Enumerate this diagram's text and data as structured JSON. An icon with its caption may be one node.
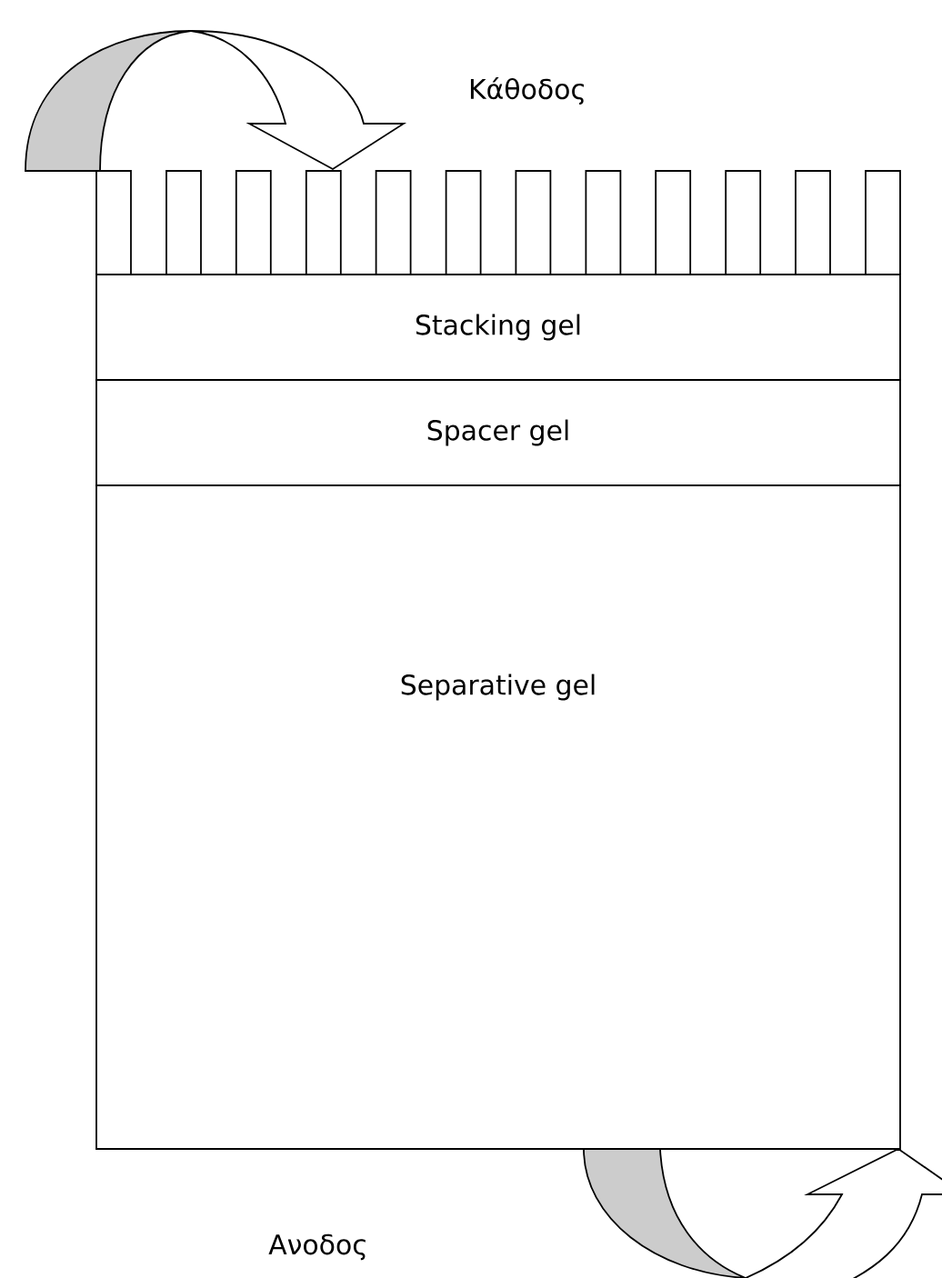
{
  "diagram": {
    "nodes": [
      {
        "text": [
          "Stacking gel"
        ]
      },
      {
        "text": [
          "Spacer gel"
        ]
      },
      {
        "text": [
          "Separative gel"
        ]
      }
    ],
    "labels": [
      "Κάθοδος",
      "Ανοδος"
    ]
  }
}
